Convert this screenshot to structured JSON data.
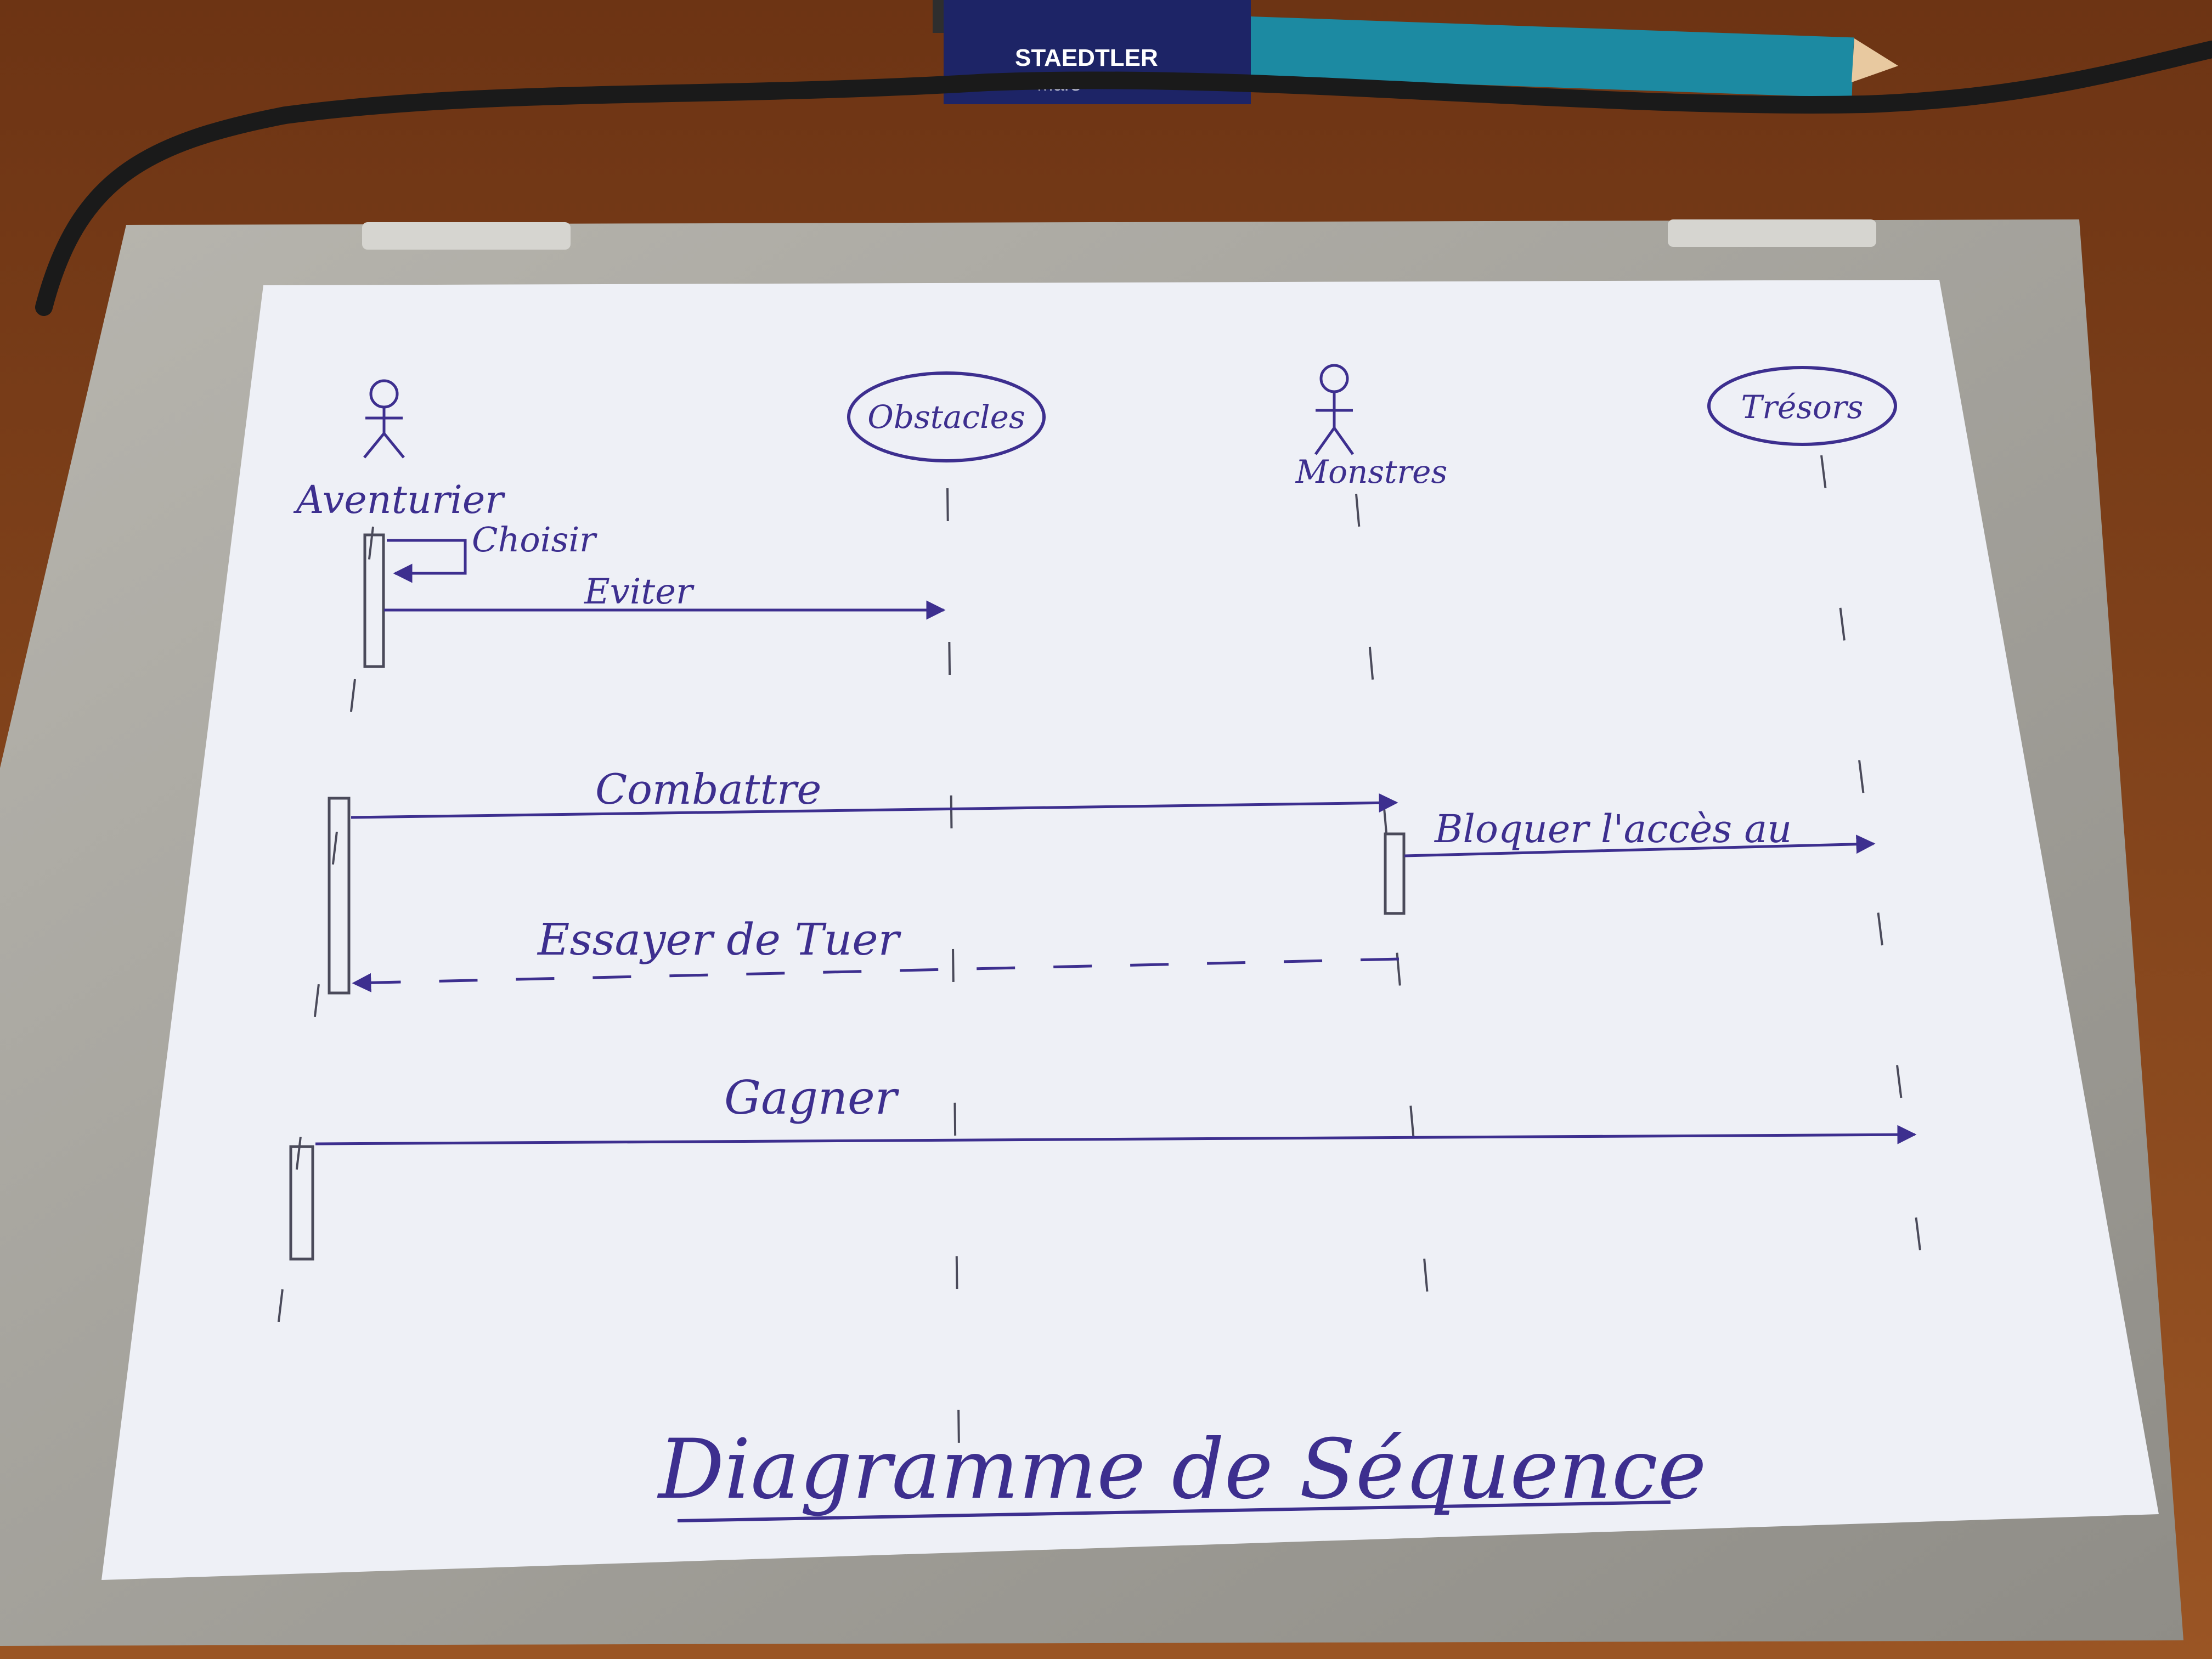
{
  "diagram": {
    "title": "Diagramme de Séquence",
    "participants": [
      {
        "id": "aventurier",
        "label": "Aventurier",
        "kind": "actor"
      },
      {
        "id": "obstacles",
        "label": "Obstacles",
        "kind": "entity"
      },
      {
        "id": "monstres",
        "label": "Monstres",
        "kind": "actor"
      },
      {
        "id": "tresors",
        "label": "Trésors",
        "kind": "entity"
      }
    ],
    "messages": [
      {
        "label": "Choisir",
        "from": "aventurier",
        "to": "aventurier",
        "style": "self"
      },
      {
        "label": "Eviter",
        "from": "aventurier",
        "to": "obstacles",
        "style": "solid"
      },
      {
        "label": "Combattre",
        "from": "aventurier",
        "to": "monstres",
        "style": "solid"
      },
      {
        "label": "Bloquer l'accès au",
        "from": "monstres",
        "to": "tresors",
        "style": "solid"
      },
      {
        "label": "Essayer de Tuer",
        "from": "monstres",
        "to": "aventurier",
        "style": "dashed"
      },
      {
        "label": "Gagner",
        "from": "aventurier",
        "to": "tresors",
        "style": "solid"
      }
    ]
  },
  "background": {
    "pencil_brand": "STAEDTLER",
    "pencil_sub": "Mars"
  },
  "colors": {
    "ink": "#3d2f8f",
    "paper": "#eef0f6",
    "laptop": "#a9a7a0",
    "table": "#8a4a1e"
  }
}
